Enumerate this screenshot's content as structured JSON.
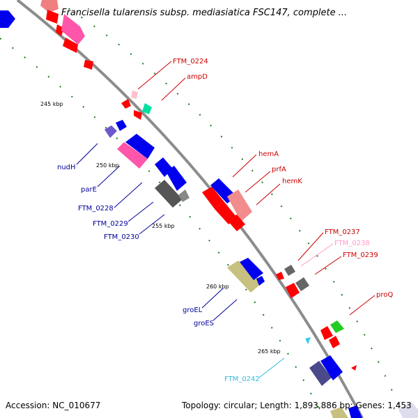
{
  "title": "Francisella tularensis subsp. mediasiatica FSC147, complete ...",
  "footer": {
    "accession": "Accession: NC_010677",
    "topology": "Topology: circular; Length: 1,893,886 bp; Genes: 1,453"
  },
  "colors": {
    "backbone": "#8c8c8c",
    "forward_gene": "#ff0000",
    "reverse_gene": "#0000ee",
    "pink_gene": "#ff69b4",
    "salmon_gene": "#f28c8c",
    "gray_gene": "#666666",
    "olive_gene": "#c8c080",
    "teal_gene": "#00e0a0",
    "green_gene": "#22cc22",
    "cyan_gene": "#33ccee",
    "slate_gene": "#4a4a8a",
    "label_red": "#cc0000",
    "label_blue": "#000099",
    "label_pink": "#ff99cc",
    "label_cyan": "#33bbdd"
  },
  "ticks": [
    {
      "label": "245 kbp"
    },
    {
      "label": "250 kbp"
    },
    {
      "label": "255 kbp"
    },
    {
      "label": "260 kbp"
    },
    {
      "label": "265 kbp"
    }
  ],
  "gene_labels": [
    {
      "name": "FTM_0224",
      "strand": "forward"
    },
    {
      "name": "ampD",
      "strand": "forward"
    },
    {
      "name": "nudH",
      "strand": "reverse"
    },
    {
      "name": "parE",
      "strand": "reverse"
    },
    {
      "name": "FTM_0228",
      "strand": "reverse"
    },
    {
      "name": "FTM_0229",
      "strand": "reverse"
    },
    {
      "name": "FTM_0230",
      "strand": "reverse"
    },
    {
      "name": "hemA",
      "strand": "forward"
    },
    {
      "name": "prfA",
      "strand": "forward"
    },
    {
      "name": "hemK",
      "strand": "forward"
    },
    {
      "name": "FTM_0237",
      "strand": "forward"
    },
    {
      "name": "FTM_0238",
      "strand": "forward"
    },
    {
      "name": "FTM_0239",
      "strand": "forward"
    },
    {
      "name": "groEL",
      "strand": "reverse"
    },
    {
      "name": "groES",
      "strand": "reverse"
    },
    {
      "name": "proQ",
      "strand": "forward"
    },
    {
      "name": "FTM_0242",
      "strand": "reverse"
    }
  ]
}
